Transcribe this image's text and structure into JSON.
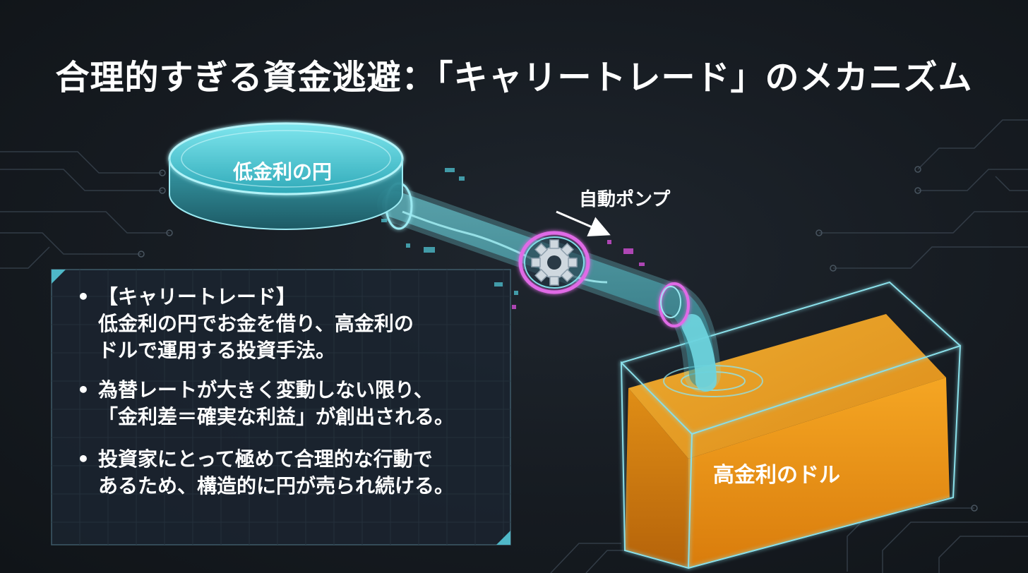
{
  "title": "合理的すぎる資金逃避：「キャリートレード」のメカニズム",
  "diagram": {
    "source_label": "低金利の円",
    "pump_label": "自動ポンプ",
    "target_label": "高金利のドル",
    "bullet_symbol": "•"
  },
  "bullets": [
    {
      "lines": [
        "【キャリートレード】",
        "低金利の円でお金を借り、高金利の",
        "ドルで運用する投資手法。"
      ]
    },
    {
      "lines": [
        "為替レートが大きく変動しない限り、",
        "「金利差＝確実な利益」が創出される。"
      ]
    },
    {
      "lines": [
        "投資家にとって極めて合理的な行動で",
        "あるため、構造的に円が売られ続ける。"
      ]
    }
  ],
  "colors": {
    "background": "#161b21",
    "cyan": "#5fd4e0",
    "magenta": "#d24fd6",
    "gold": "#f0a020",
    "text": "#ffffff"
  }
}
